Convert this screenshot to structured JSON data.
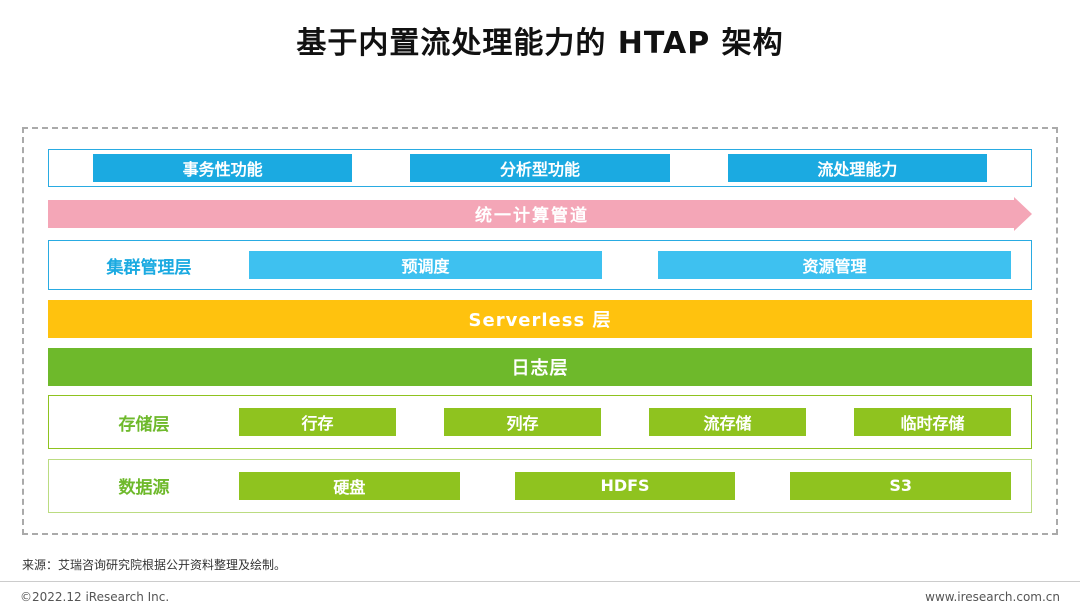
{
  "title": "基于内置流处理能力的 HTAP 架构",
  "diagram": {
    "functions": {
      "items": [
        "事务性功能",
        "分析型功能",
        "流处理能力"
      ]
    },
    "pipeline": {
      "label": "统一计算管道"
    },
    "cluster": {
      "label": "集群管理层",
      "items": [
        "预调度",
        "资源管理"
      ]
    },
    "serverless": {
      "label": "Serverless 层"
    },
    "log": {
      "label": "日志层"
    },
    "storage": {
      "label": "存储层",
      "items": [
        "行存",
        "列存",
        "流存储",
        "临时存储"
      ]
    },
    "datasource": {
      "label": "数据源",
      "items": [
        "硬盘",
        "HDFS",
        "S3"
      ]
    }
  },
  "colors": {
    "blue": "#1BAAE1",
    "blue-light": "#3EC1F0",
    "blue-border": "#29ABE2",
    "pink": "#F4A6B7",
    "yellow": "#FFC20E",
    "green-dark": "#6EB92B",
    "green": "#8FC31F",
    "green-border-light": "#BBDC81"
  },
  "footer": {
    "source": "来源：艾瑞咨询研究院根据公开资料整理及绘制。",
    "copyright": "©2022.12 iResearch Inc.",
    "website": "www.iresearch.com.cn"
  }
}
